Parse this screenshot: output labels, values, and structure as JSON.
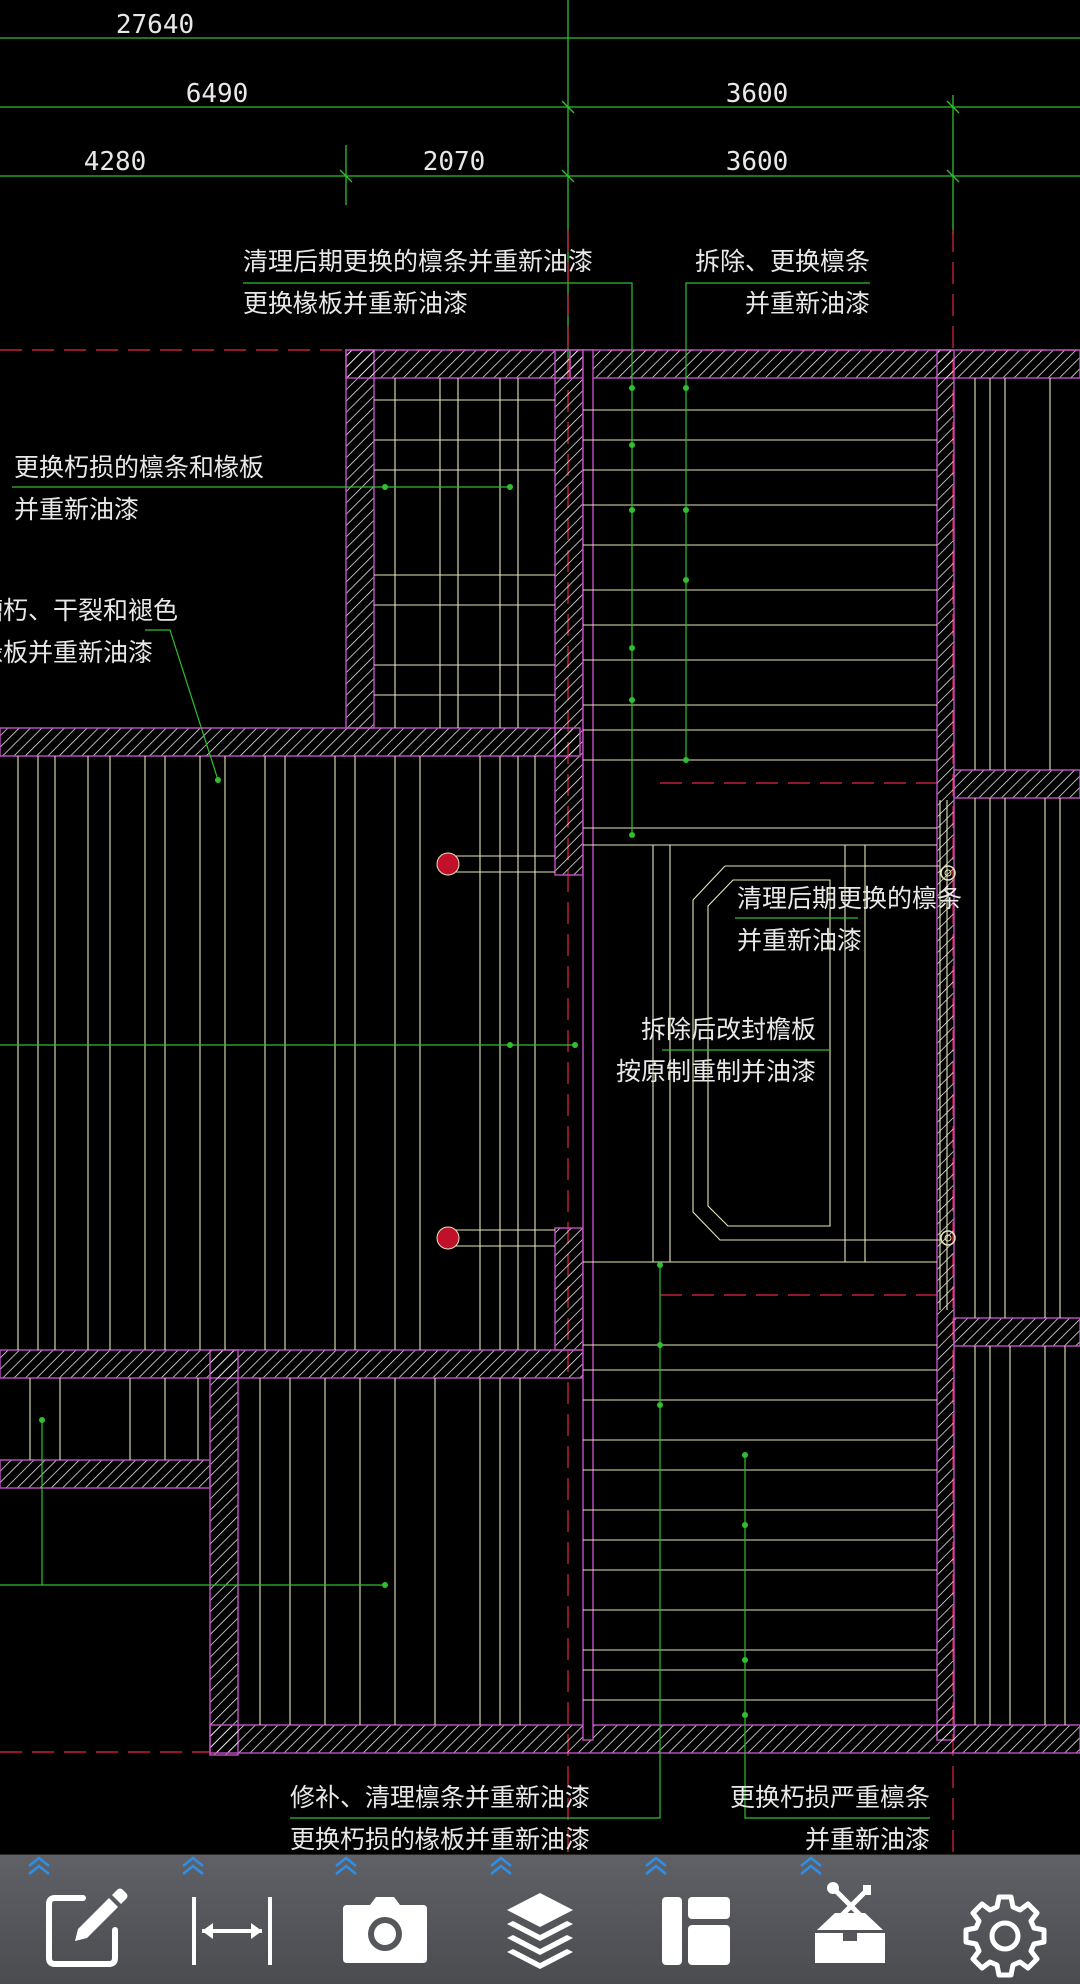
{
  "dimensions": {
    "total": "27640",
    "row2": [
      "6490",
      "3600"
    ],
    "row3": [
      "4280",
      "2070",
      "3600"
    ]
  },
  "annotations": {
    "a1_line1": "清理后期更换的檩条并重新油漆",
    "a1_line2": "更换椽板并重新油漆",
    "a2_line1": "拆除、更换檩条",
    "a2_line2": "并重新油漆",
    "a3_line1": "更换朽损的檩条和椽板",
    "a3_line2": "并重新油漆",
    "a4_line1": "糟朽、干裂和褪色",
    "a4_line2": "椽板并重新油漆",
    "a5_line1": "清理后期更换的檩条",
    "a5_line2": "并重新油漆",
    "a6_line1": "拆除后改封檐板",
    "a6_line2": "按原制重制并油漆",
    "a7_line1": "修补、清理檩条并重新油漆",
    "a7_line2": "更换朽损的椽板并重新油漆",
    "a8_line1": "更换朽损严重檩条",
    "a8_line2": "并重新油漆"
  },
  "colors": {
    "background": "#000000",
    "dimension_line": "#2fbf2f",
    "wall": "#c44fc4",
    "member": "#e6e6b8",
    "hidden_line": "#c0203a",
    "text": "#e8e8e8",
    "toolbar": "#55575b",
    "toolbar_icon": "#ffffff",
    "chevron": "#2f8fe8"
  },
  "toolbar": {
    "items": [
      {
        "name": "edit-icon",
        "has_expand": true
      },
      {
        "name": "measure-icon",
        "has_expand": true
      },
      {
        "name": "camera-icon",
        "has_expand": true
      },
      {
        "name": "layers-icon",
        "has_expand": true
      },
      {
        "name": "layout-icon",
        "has_expand": true
      },
      {
        "name": "toolbox-icon",
        "has_expand": true
      },
      {
        "name": "settings-icon",
        "has_expand": false
      }
    ]
  }
}
